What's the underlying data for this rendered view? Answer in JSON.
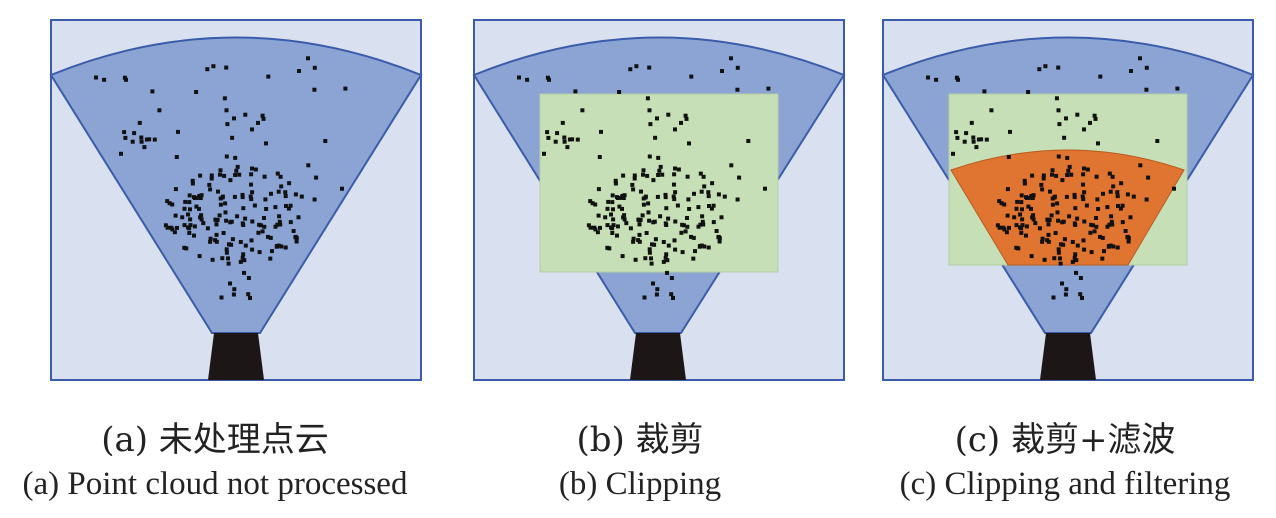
{
  "colors": {
    "background_box": "#d9e0f0",
    "box_border": "#3b5cab",
    "cone": "#8ca4d4",
    "clip_region": "#c6dfb6",
    "filtered_region": "#e07531",
    "sensor": "#1d1616",
    "points": "#111111"
  },
  "icons": {
    "sensor": "trapezoid-sensor-icon"
  },
  "panels": [
    {
      "caption_zh": "(a) 未处理点云",
      "caption_en": "(a) Point cloud not processed"
    },
    {
      "caption_zh": "(b) 裁剪",
      "caption_en": "(b) Clipping"
    },
    {
      "caption_zh": "(c) 裁剪+滤波",
      "caption_en": "(c) Clipping and filtering"
    }
  ]
}
